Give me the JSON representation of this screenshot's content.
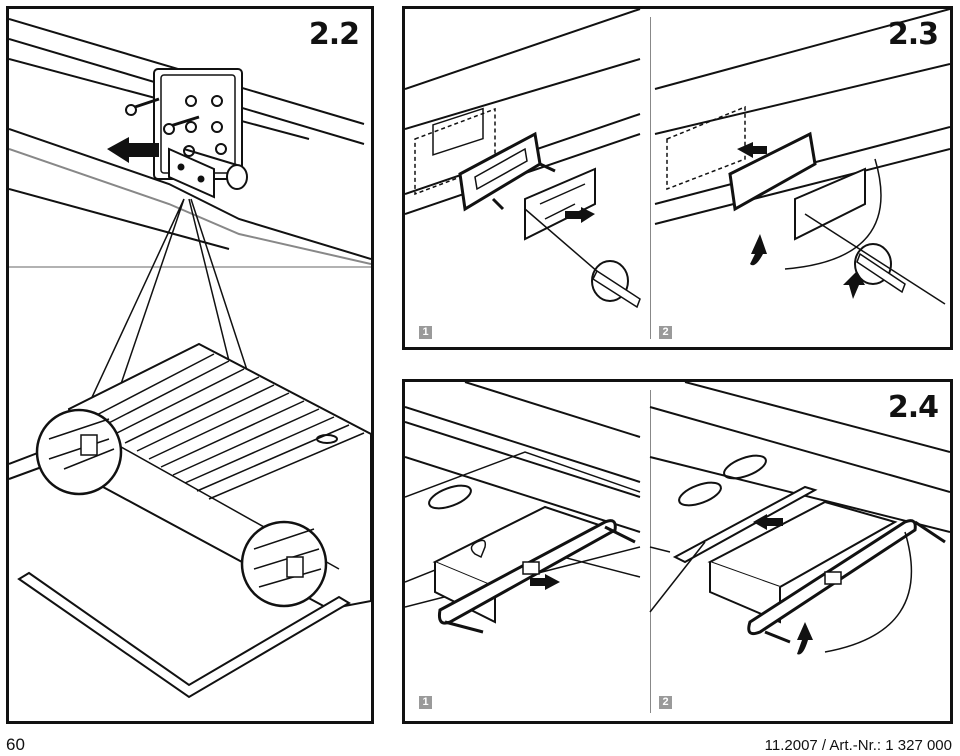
{
  "page": {
    "number": "60",
    "footer": "11.2007 / Art.-Nr.: 1 327 000"
  },
  "panels": {
    "p22": {
      "title": "2.2"
    },
    "p23": {
      "title": "2.3",
      "steps": [
        "1",
        "2"
      ]
    },
    "p24": {
      "title": "2.4",
      "steps": [
        "1",
        "2"
      ]
    }
  },
  "icons": [
    "arrow-icon",
    "rotate-arrow-icon",
    "screw-icon",
    "screwdriver-icon",
    "magnifier-circle-icon"
  ]
}
